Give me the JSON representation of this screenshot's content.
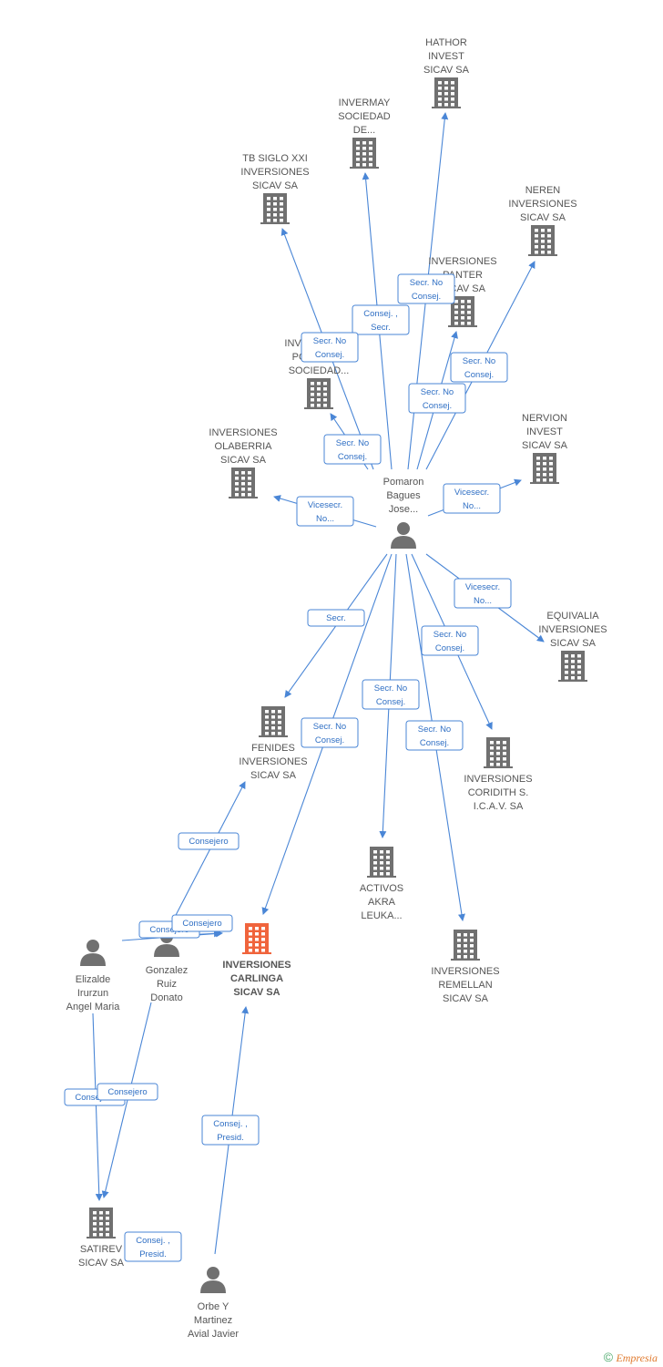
{
  "colors": {
    "edge": "#4a86d6",
    "company": "#707070",
    "company_main": "#f0643c",
    "person": "#707070",
    "label": "#555555"
  },
  "nodes": [
    {
      "id": "hathor",
      "type": "company",
      "lines": [
        "HATHOR",
        "INVEST",
        "SICAV SA"
      ]
    },
    {
      "id": "invermay",
      "type": "company",
      "lines": [
        "INVERMAY",
        "SOCIEDAD",
        "DE..."
      ]
    },
    {
      "id": "tbsiglo",
      "type": "company",
      "lines": [
        "TB SIGLO XXI",
        "INVERSIONES",
        "SICAV SA"
      ]
    },
    {
      "id": "neren",
      "type": "company",
      "lines": [
        "NEREN",
        "INVERSIONES",
        "SICAV SA"
      ]
    },
    {
      "id": "panter",
      "type": "company",
      "lines": [
        "INVERSIONES",
        "PANTER",
        "SICAV SA"
      ]
    },
    {
      "id": "invpol",
      "type": "company",
      "lines": [
        "INVERSIONES",
        "POLIGONO",
        "SOCIEDAD..."
      ]
    },
    {
      "id": "olaberria",
      "type": "company",
      "lines": [
        "INVERSIONES",
        "OLABERRIA",
        "SICAV SA"
      ]
    },
    {
      "id": "nervion",
      "type": "company",
      "lines": [
        "NERVION",
        "INVEST",
        "SICAV SA"
      ]
    },
    {
      "id": "pomaron",
      "type": "person",
      "lines": [
        "Pomaron",
        "Bagues",
        "Jose..."
      ]
    },
    {
      "id": "equivalia",
      "type": "company",
      "lines": [
        "EQUIVALIA",
        "INVERSIONES",
        "SICAV SA"
      ]
    },
    {
      "id": "fenides",
      "type": "company",
      "lines": [
        "FENIDES",
        "INVERSIONES",
        "SICAV SA"
      ]
    },
    {
      "id": "coridith",
      "type": "company",
      "lines": [
        "INVERSIONES",
        "CORIDITH S.",
        "I.C.A.V. SA"
      ]
    },
    {
      "id": "activos",
      "type": "company",
      "lines": [
        "ACTIVOS",
        "AKRA",
        "LEUKA..."
      ]
    },
    {
      "id": "carlinga",
      "type": "company_main",
      "lines": [
        "INVERSIONES",
        "CARLINGA",
        "SICAV SA"
      ]
    },
    {
      "id": "remellan",
      "type": "company",
      "lines": [
        "INVERSIONES",
        "REMELLAN",
        "SICAV SA"
      ]
    },
    {
      "id": "elizalde",
      "type": "person",
      "lines": [
        "Elizalde",
        "Irurzun",
        "Angel Maria"
      ]
    },
    {
      "id": "gonzalez",
      "type": "person",
      "lines": [
        "Gonzalez",
        "Ruiz",
        "Donato"
      ]
    },
    {
      "id": "satirev",
      "type": "company",
      "lines": [
        "SATIREV",
        "SICAV SA"
      ]
    },
    {
      "id": "orbe",
      "type": "person",
      "lines": [
        "Orbe Y",
        "Martinez",
        "Avial Javier"
      ]
    }
  ],
  "edges": [
    {
      "from": "pomaron",
      "to": "hathor",
      "lines": [
        "Secr. No",
        "Consej."
      ]
    },
    {
      "from": "pomaron",
      "to": "invermay",
      "lines": [
        "Consej. ,",
        "Secr."
      ]
    },
    {
      "from": "pomaron",
      "to": "tbsiglo",
      "lines": [
        "Secr. No",
        "Consej."
      ]
    },
    {
      "from": "pomaron",
      "to": "neren",
      "lines": [
        "Secr. No",
        "Consej."
      ]
    },
    {
      "from": "pomaron",
      "to": "panter",
      "lines": [
        "Secr. No",
        "Consej."
      ]
    },
    {
      "from": "pomaron",
      "to": "invpol",
      "lines": [
        "Secr. No",
        "Consej."
      ]
    },
    {
      "from": "pomaron",
      "to": "olaberria",
      "lines": [
        "Vicesecr.",
        "No..."
      ]
    },
    {
      "from": "pomaron",
      "to": "nervion",
      "lines": [
        "Vicesecr.",
        "No..."
      ]
    },
    {
      "from": "pomaron",
      "to": "equivalia",
      "lines": [
        "Vicesecr.",
        "No..."
      ]
    },
    {
      "from": "pomaron",
      "to": "fenides",
      "lines": [
        "Secr."
      ]
    },
    {
      "from": "pomaron",
      "to": "coridith",
      "lines": [
        "Secr. No",
        "Consej."
      ]
    },
    {
      "from": "pomaron",
      "to": "activos",
      "lines": [
        "Secr. No",
        "Consej."
      ]
    },
    {
      "from": "pomaron",
      "to": "carlinga",
      "lines": [
        "Secr. No",
        "Consej."
      ]
    },
    {
      "from": "pomaron",
      "to": "remellan",
      "lines": [
        "Secr. No",
        "Consej."
      ]
    },
    {
      "from": "gonzalez",
      "to": "fenides",
      "lines": [
        "Consejero"
      ]
    },
    {
      "from": "elizalde",
      "to": "carlinga",
      "lines": [
        "Consejero"
      ]
    },
    {
      "from": "gonzalez",
      "to": "carlinga",
      "lines": [
        "Consejero"
      ]
    },
    {
      "from": "elizalde",
      "to": "satirev",
      "lines": [
        "Consejero"
      ]
    },
    {
      "from": "gonzalez",
      "to": "satirev",
      "lines": [
        "Consejero"
      ]
    },
    {
      "from": "orbe",
      "to": "carlinga",
      "lines": [
        "Consej. ,",
        "Presid."
      ]
    },
    {
      "from": "orbe",
      "to": "satirev",
      "lines": [
        "Consej. ,",
        "Presid."
      ]
    }
  ],
  "footer": {
    "copyright": "©",
    "brand": "Empresia"
  }
}
